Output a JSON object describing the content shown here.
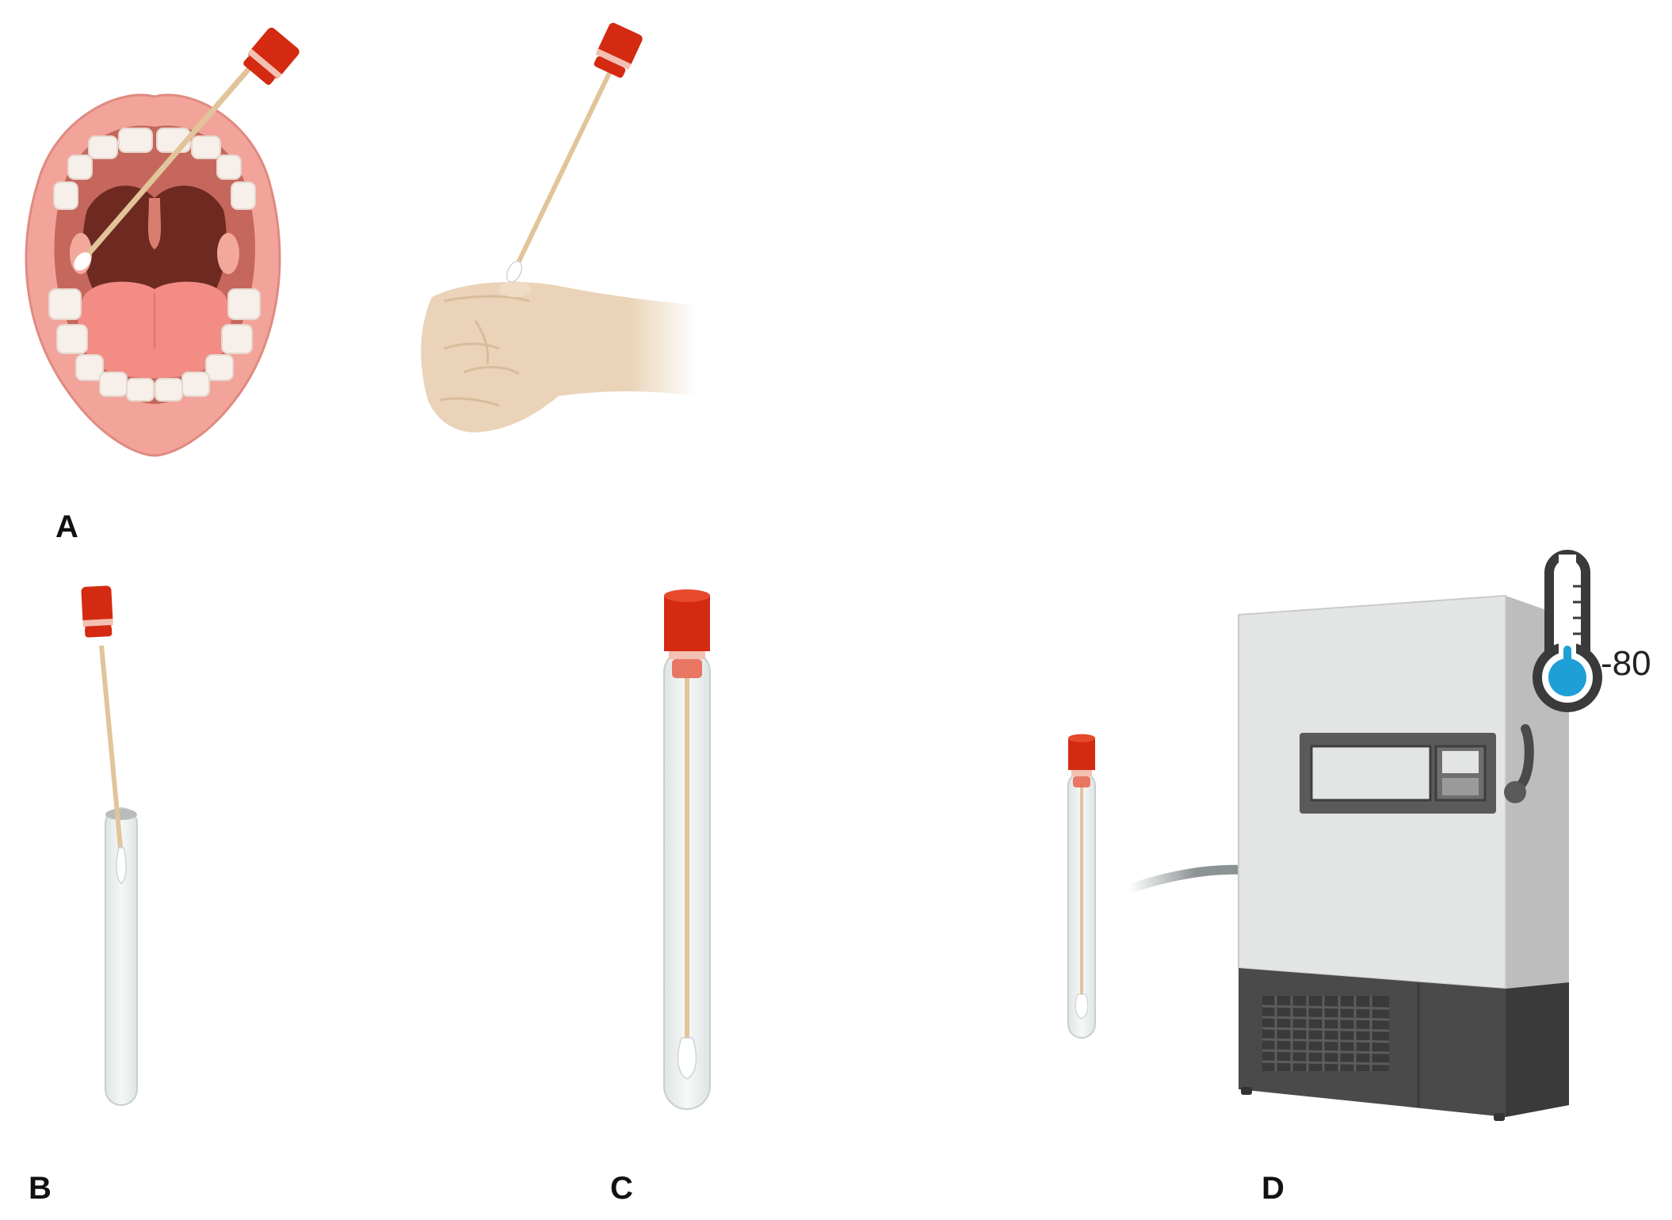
{
  "labels": {
    "panel_a": "A",
    "panel_b": "B",
    "panel_c": "C",
    "panel_d": "D",
    "freezer_temperature": "-80"
  },
  "colors": {
    "cap_red": "#d42a12",
    "cap_band": "#f3c0b2",
    "swab_stick": "#e2c49a",
    "lip": "#f2a49a",
    "mouth_inside": "#6e2a20",
    "tongue": "#f28c85",
    "teeth": "#f7efe9",
    "skin": "#ead3b8",
    "tube_glass": "#eef1f1",
    "freezer_body": "#e3e5e4",
    "freezer_side": "#bdbdbd",
    "freezer_base": "#4a4a4a",
    "thermometer_liquid": "#1e9fd6",
    "arrow": "#8c9394"
  },
  "icons": [
    "open-mouth-icon",
    "swab-icon",
    "fist-icon",
    "swab-in-tube-icon",
    "sealed-tube-icon",
    "ultra-low-freezer-icon",
    "thermometer-icon",
    "arrow-icon"
  ]
}
